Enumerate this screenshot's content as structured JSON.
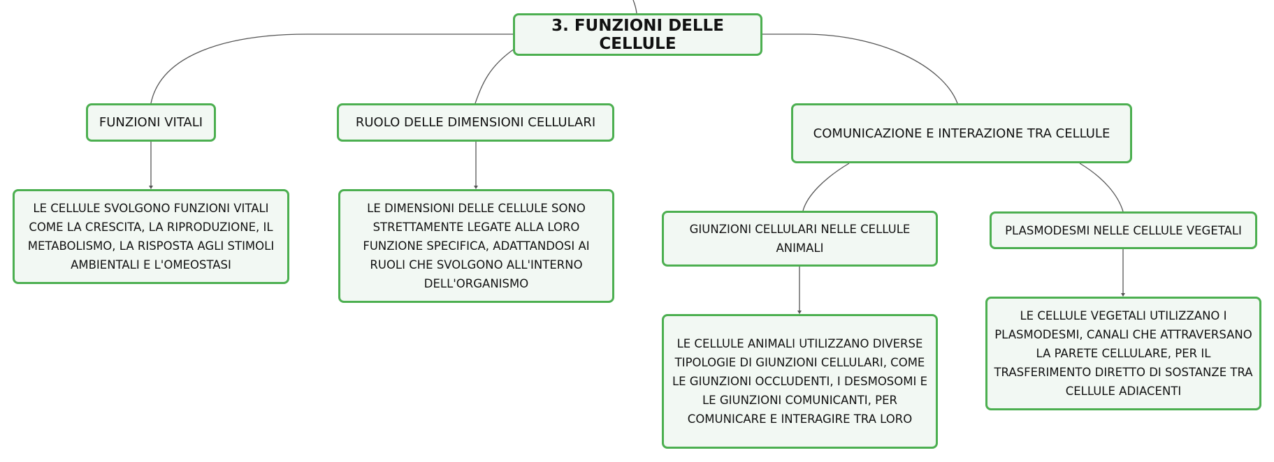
{
  "diagram": {
    "root": {
      "label": "3. FUNZIONI DELLE CELLULE"
    },
    "branches": [
      {
        "label": "FUNZIONI VITALI",
        "description": "LE CELLULE SVOLGONO FUNZIONI VITALI COME LA CRESCITA, LA RIPRODUZIONE, IL METABOLISMO, LA RISPOSTA AGLI STIMOLI AMBIENTALI E L'OMEOSTASI",
        "description_lines": [
          "LE CELLULE SVOLGONO FUNZIONI VITALI",
          "COME LA CRESCITA, LA RIPRODUZIONE, IL",
          "METABOLISMO, LA RISPOSTA AGLI STIMOLI",
          "AMBIENTALI E L'OMEOSTASI"
        ]
      },
      {
        "label": "RUOLO DELLE DIMENSIONI CELLULARI",
        "description_lines": [
          "LE DIMENSIONI DELLE CELLULE SONO",
          "STRETTAMENTE LEGATE ALLA LORO",
          "FUNZIONE SPECIFICA, ADATTANDOSI AI",
          "RUOLI CHE SVOLGONO ALL'INTERNO",
          "DELL'ORGANISMO"
        ]
      },
      {
        "label": "COMUNICAZIONE E INTERAZIONE TRA CELLULE",
        "children": [
          {
            "label_lines": [
              "GIUNZIONI CELLULARI NELLE CELLULE",
              "ANIMALI"
            ],
            "description_lines": [
              "LE CELLULE ANIMALI UTILIZZANO DIVERSE",
              "TIPOLOGIE DI GIUNZIONI CELLULARI, COME",
              "LE GIUNZIONI OCCLUDENTI, I DESMOSOMI E",
              "LE GIUNZIONI COMUNICANTI, PER",
              "COMUNICARE E INTERAGIRE TRA LORO"
            ]
          },
          {
            "label": "PLASMODESMI NELLE CELLULE VEGETALI",
            "description_lines": [
              "LE CELLULE VEGETALI UTILIZZANO I",
              "PLASMODESMI, CANALI CHE ATTRAVERSANO",
              "LA PARETE CELLULARE, PER IL",
              "TRASFERIMENTO DIRETTO DI SOSTANZE TRA",
              "CELLULE ADIACENTI"
            ]
          }
        ]
      }
    ]
  },
  "colors": {
    "node_border": "#4caf50",
    "node_fill": "#f2f8f3",
    "connector": "#555555",
    "text": "#111111"
  }
}
